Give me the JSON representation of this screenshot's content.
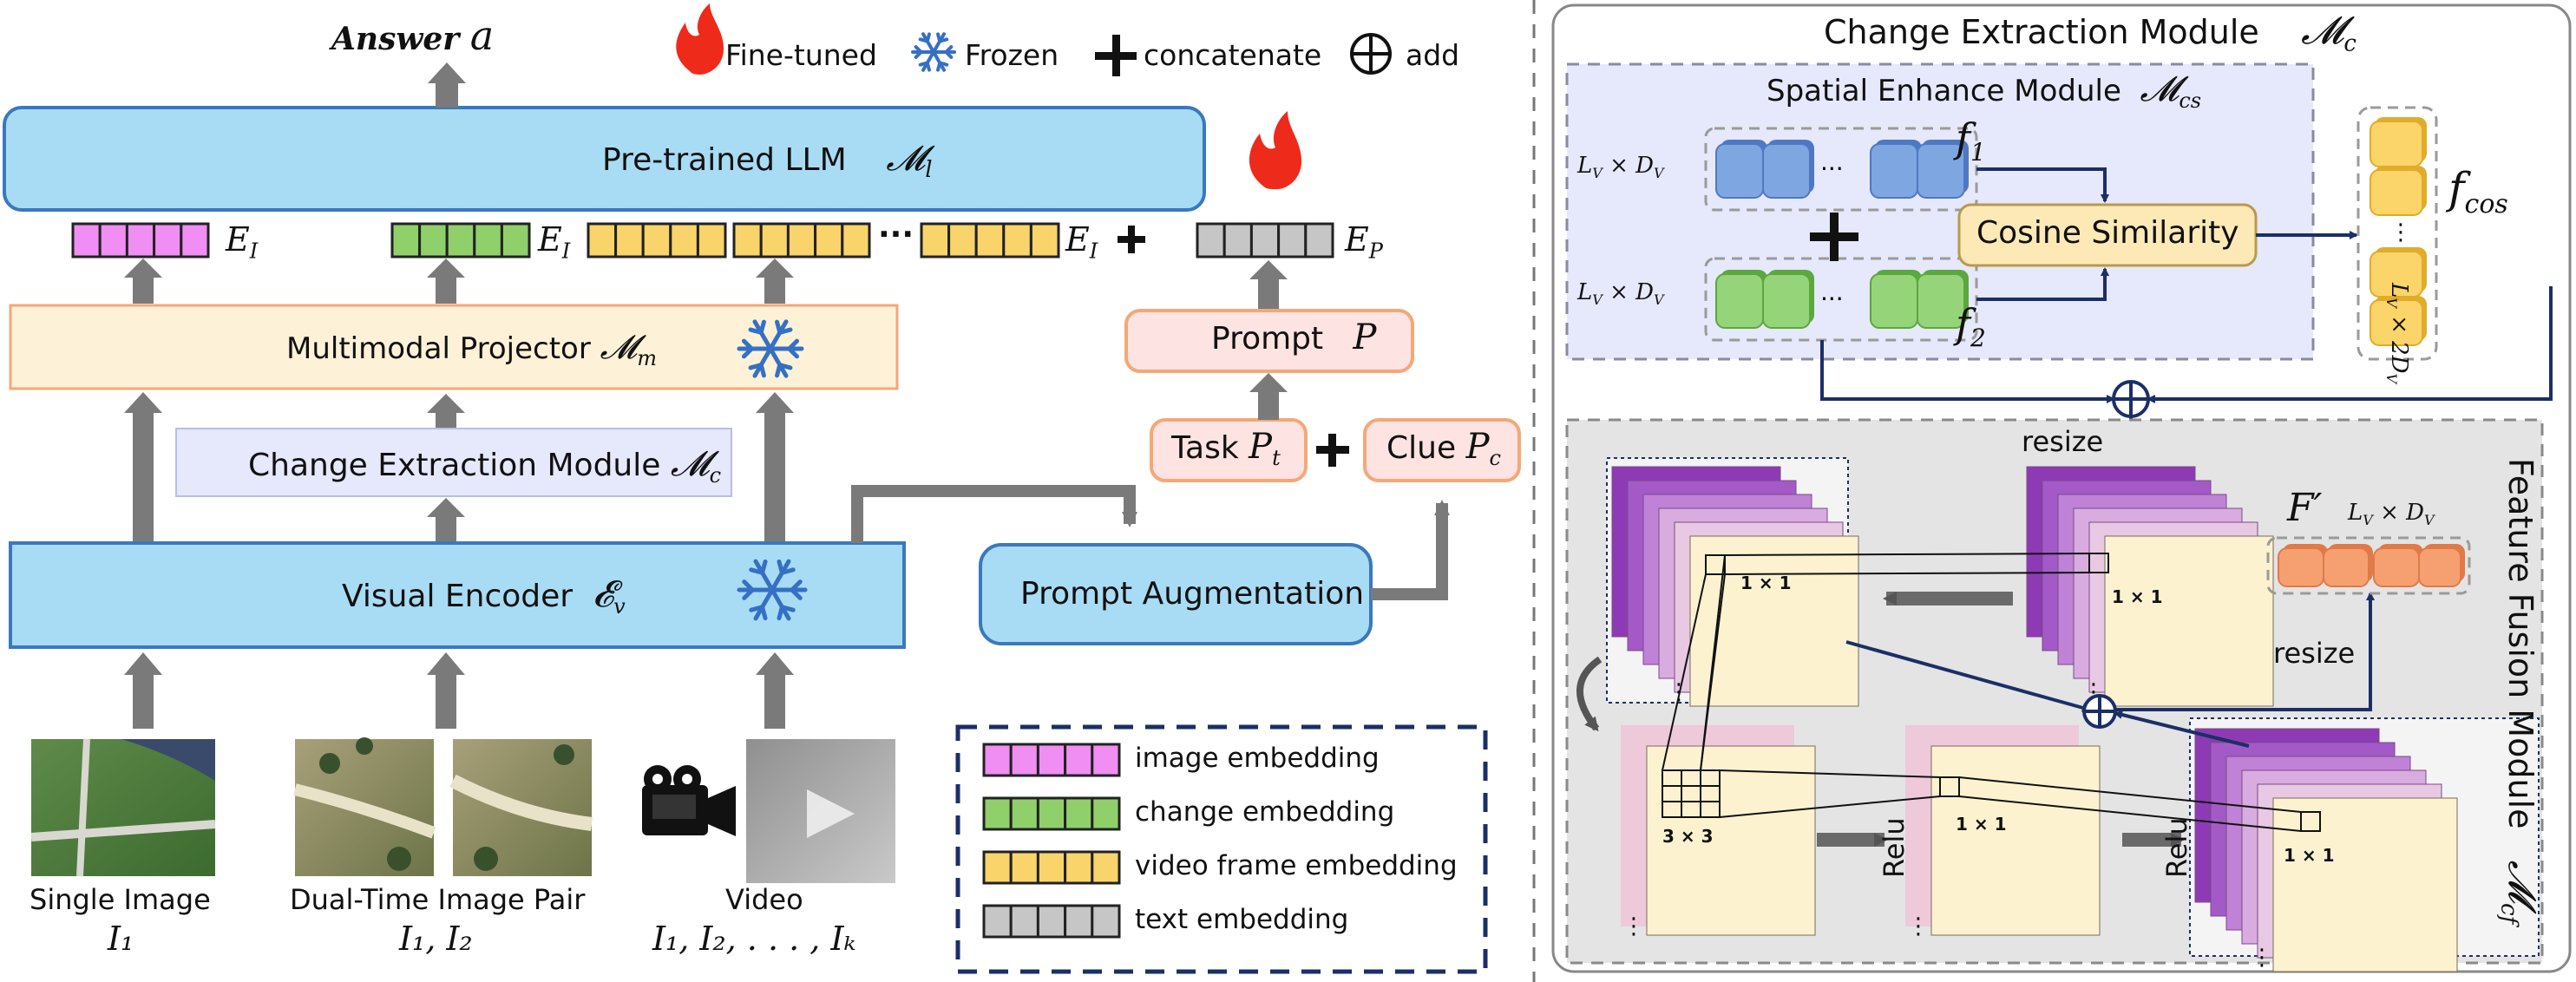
{
  "legend_top": {
    "answer": "Answer",
    "answer_var": "a",
    "fine_tuned": "Fine-tuned",
    "frozen": "Frozen",
    "concatenate": "concatenate",
    "add": "add"
  },
  "left": {
    "llm": "Pre-trained LLM",
    "llm_sym": "𝓜",
    "llm_sub": "l",
    "emb_image": "E",
    "emb_image_sub": "I",
    "emb_change": "E",
    "emb_change_sub": "I",
    "emb_video": "E",
    "emb_video_sub": "I",
    "emb_text": "E",
    "emb_text_sub": "P",
    "ellipsis": "···",
    "projector": "Multimodal Projector",
    "projector_sym": "𝓜",
    "projector_sub": "m",
    "change_module": "Change Extraction Module",
    "change_module_sym": "𝓜",
    "change_module_sub": "c",
    "visual_encoder": "Visual Encoder",
    "visual_encoder_sym": "𝓔",
    "visual_encoder_sub": "v",
    "prompt": "Prompt",
    "prompt_var": "P",
    "task": "Task",
    "task_var": "P",
    "task_sub": "t",
    "clue": "Clue",
    "clue_var": "P",
    "clue_sub": "c",
    "prompt_aug": "Prompt Augmentation",
    "in_single": "Single Image",
    "in_single_var": "I₁",
    "in_pair": "Dual-Time Image Pair",
    "in_pair_var": "I₁, I₂",
    "in_video": "Video",
    "in_video_var": "I₁, I₂, . . . , Iₖ"
  },
  "legend_box": {
    "items": [
      "image embedding",
      "change embedding",
      "video frame embedding",
      "text embedding"
    ]
  },
  "right": {
    "title": "Change Extraction Module",
    "title_sym": "𝓜",
    "title_sub": "c",
    "sem": "Spatial Enhance Module",
    "sem_sym": "𝓜",
    "sem_sub": "cs",
    "dims": "L",
    "dims_full": "L_V × D_V",
    "f1": "f",
    "f1_sub": "1",
    "f2": "f",
    "f2_sub": "2",
    "cos": "Cosine Similarity",
    "fcos": "f",
    "fcos_sub": "cos",
    "fcos_dims": "L_V × 2D_V",
    "resize1": "resize",
    "resize2": "resize",
    "fprime": "F′",
    "fprime_dims": "L_V × D_V",
    "ffm": "Feature Fusion Module",
    "ffm_sym": "𝓜",
    "ffm_sub": "cf",
    "k11a": "1 × 1",
    "k11b": "1 × 1",
    "k33": "3 × 3",
    "k11c": "1 × 1",
    "k11d": "1 × 1",
    "relu1": "Relu",
    "relu2": "Relu"
  },
  "colors": {
    "blue_box": "#a8dcf4",
    "blue_border": "#3a78c0",
    "yellow_box": "#fdf2d8",
    "orange_border": "#f3a878",
    "lavender_box": "#e6e8fb",
    "pink_box": "#fde3e1",
    "image_emb": "#f08ef4",
    "change_emb": "#8fd06a",
    "video_emb": "#f9d46a",
    "text_emb": "#c6c6c6",
    "arrow_gray": "#7a7a7a",
    "navy": "#1b2f66",
    "flame": "#ee2a1a",
    "snow": "#3570c4"
  }
}
